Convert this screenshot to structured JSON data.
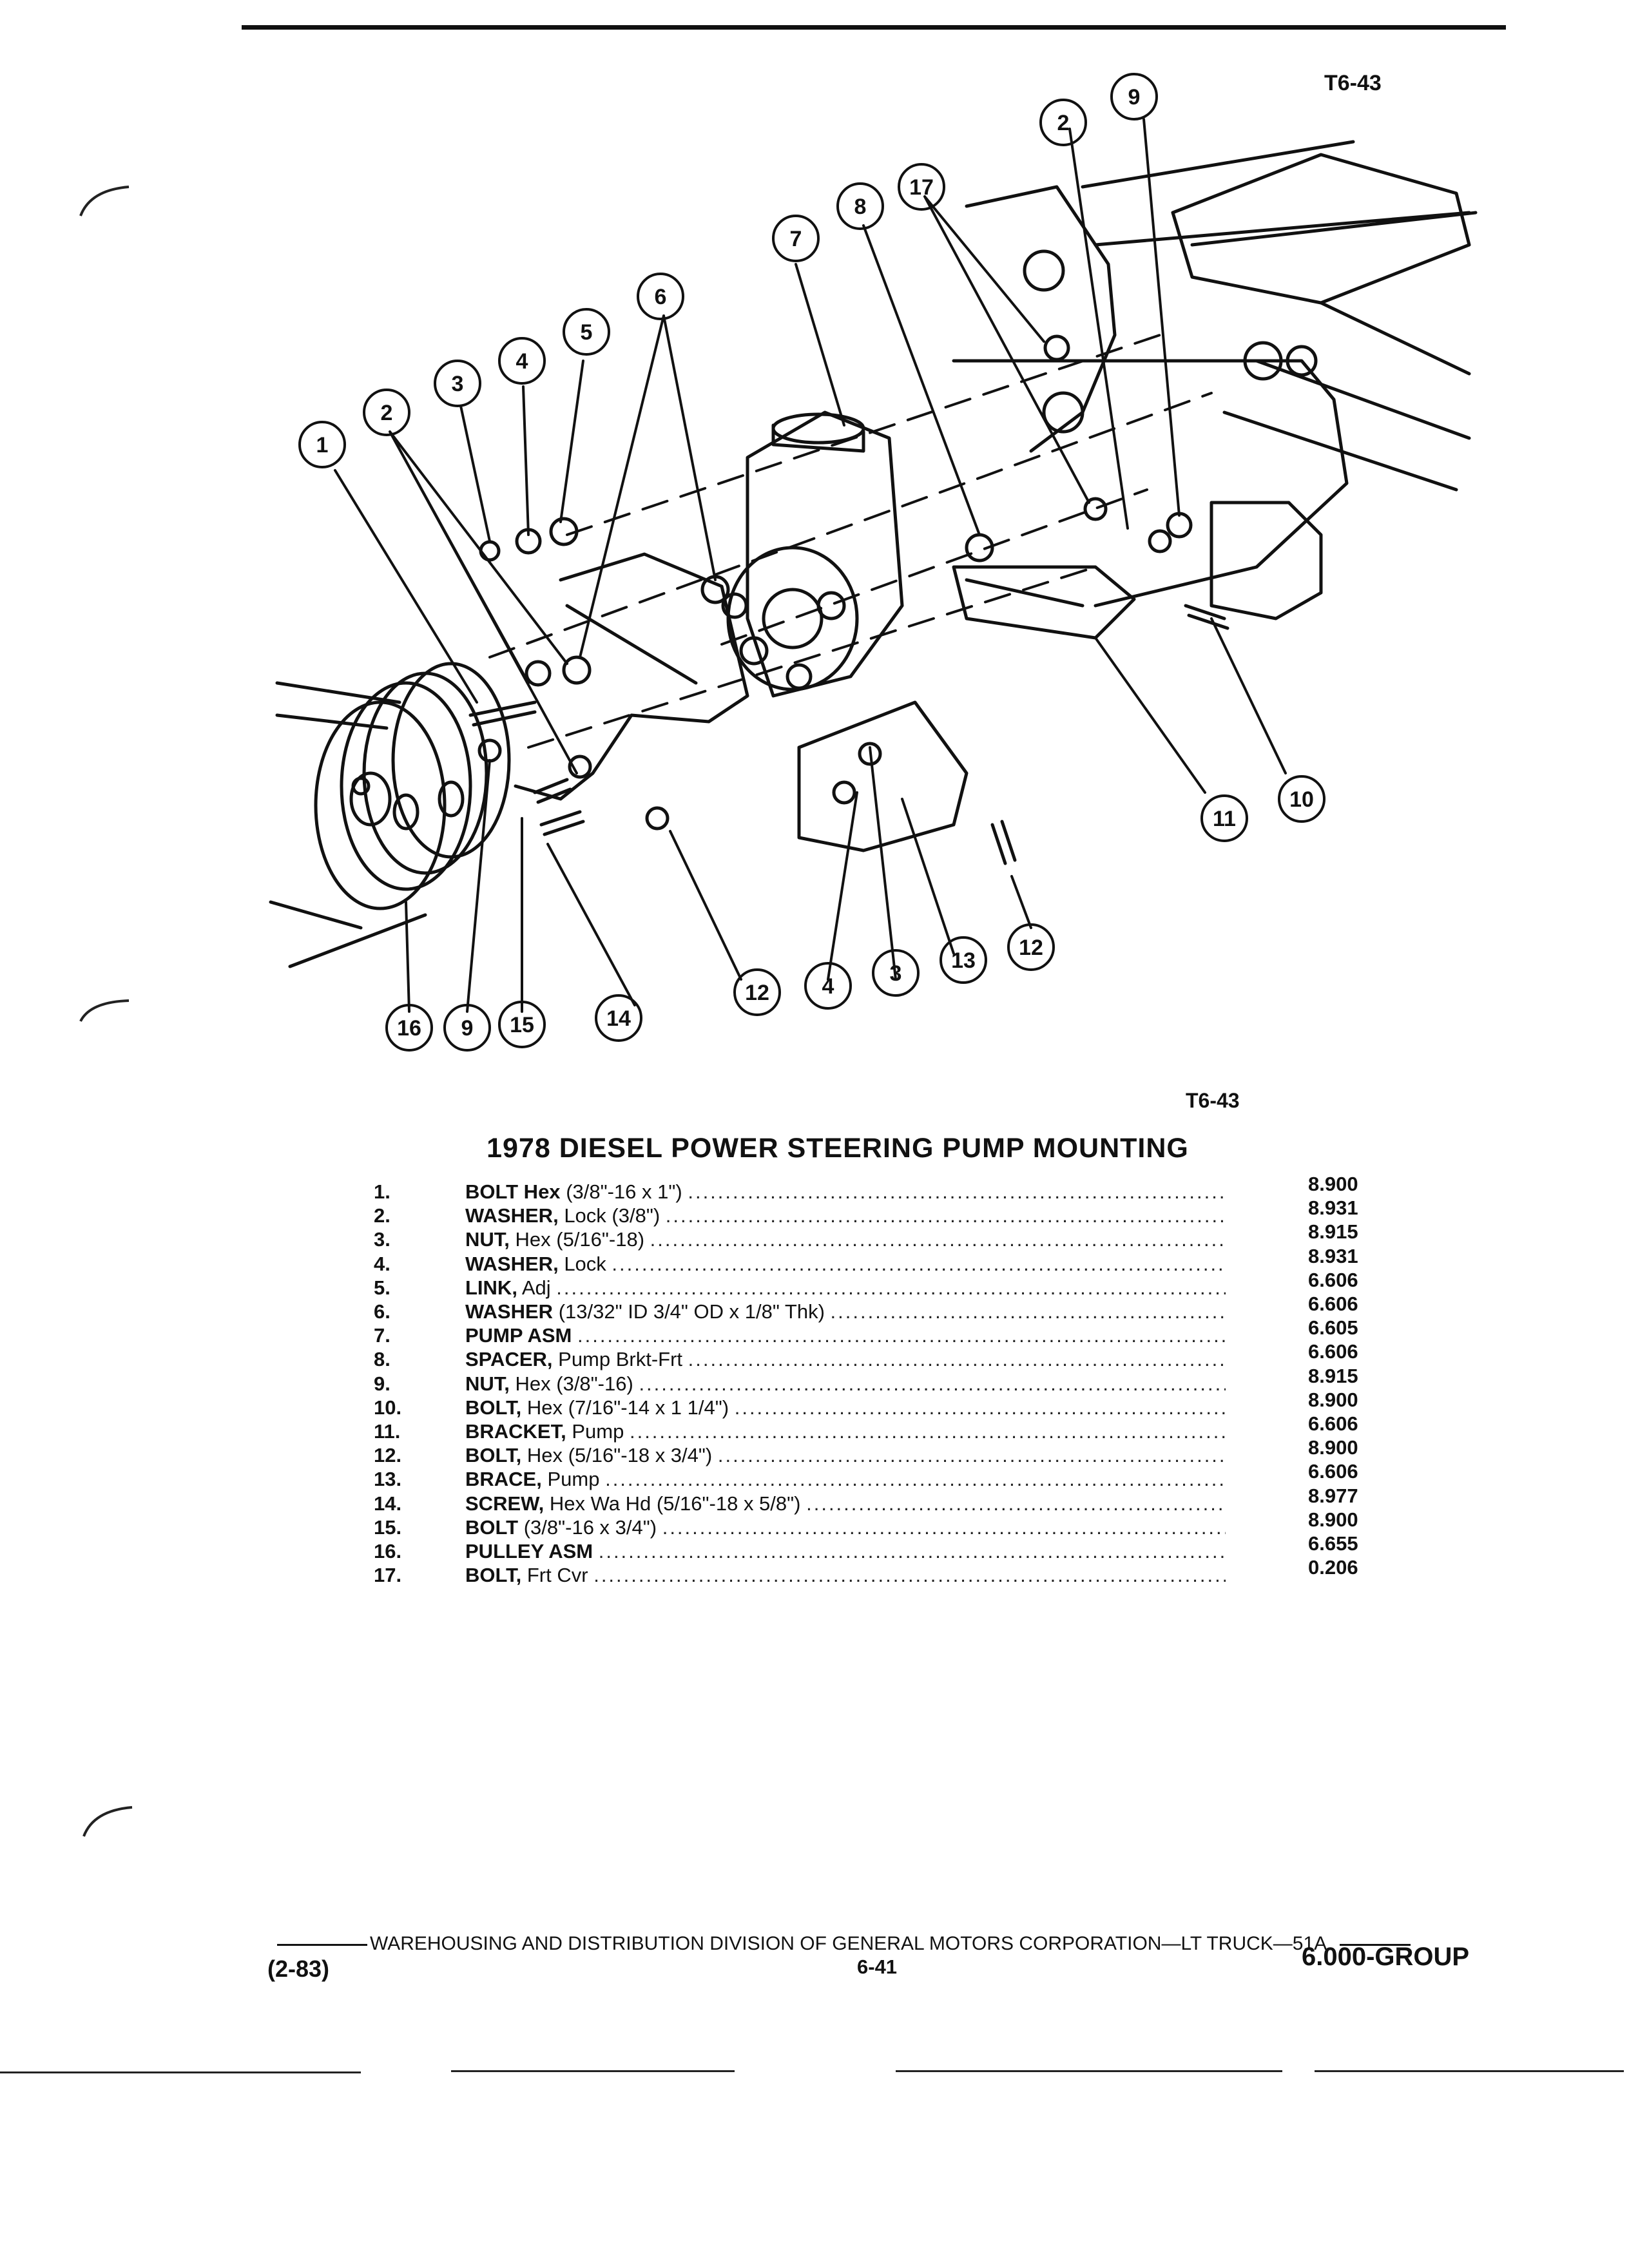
{
  "header": {
    "figure_code_top": "T6-43",
    "figure_code_bottom": "T6-43"
  },
  "callouts": [
    "1",
    "2",
    "3",
    "4",
    "5",
    "6",
    "7",
    "8",
    "9",
    "10",
    "11",
    "12",
    "13",
    "14",
    "15",
    "16",
    "17"
  ],
  "parts_list": {
    "title": "1978 DIESEL POWER STEERING PUMP MOUNTING",
    "items": [
      {
        "num": "1.",
        "name": "BOLT Hex",
        "spec": "(3/8\"-16 x 1\")",
        "group": "8.900"
      },
      {
        "num": "2.",
        "name": "WASHER,",
        "spec": "Lock (3/8\")",
        "group": "8.931"
      },
      {
        "num": "3.",
        "name": "NUT,",
        "spec": "Hex (5/16\"-18)",
        "group": "8.915"
      },
      {
        "num": "4.",
        "name": "WASHER,",
        "spec": "Lock",
        "group": "8.931"
      },
      {
        "num": "5.",
        "name": "LINK,",
        "spec": "Adj",
        "group": "6.606"
      },
      {
        "num": "6.",
        "name": "WASHER",
        "spec": "(13/32\" ID 3/4\" OD x 1/8\" Thk)",
        "group": "6.606"
      },
      {
        "num": "7.",
        "name": "PUMP ASM",
        "spec": "",
        "group": "6.605"
      },
      {
        "num": "8.",
        "name": "SPACER,",
        "spec": "Pump Brkt-Frt",
        "group": "6.606"
      },
      {
        "num": "9.",
        "name": "NUT,",
        "spec": "Hex (3/8\"-16)",
        "group": "8.915"
      },
      {
        "num": "10.",
        "name": "BOLT,",
        "spec": "Hex (7/16\"-14 x 1 1/4\")",
        "group": "8.900"
      },
      {
        "num": "11.",
        "name": "BRACKET,",
        "spec": "Pump",
        "group": "6.606"
      },
      {
        "num": "12.",
        "name": "BOLT,",
        "spec": "Hex (5/16\"-18 x 3/4\")",
        "group": "8.900"
      },
      {
        "num": "13.",
        "name": "BRACE,",
        "spec": "Pump",
        "group": "6.606"
      },
      {
        "num": "14.",
        "name": "SCREW,",
        "spec": "Hex Wa Hd (5/16\"-18 x 5/8\")",
        "group": "8.977"
      },
      {
        "num": "15.",
        "name": "BOLT",
        "spec": "(3/8\"-16 x 3/4\")",
        "group": "8.900"
      },
      {
        "num": "16.",
        "name": "PULLEY ASM",
        "spec": "",
        "group": "6.655"
      },
      {
        "num": "17.",
        "name": "BOLT,",
        "spec": "Frt Cvr",
        "group": "0.206"
      }
    ]
  },
  "footer": {
    "line": "WAREHOUSING AND DISTRIBUTION  DIVISION OF GENERAL MOTORS CORPORATION—LT TRUCK—51A",
    "date": "(2-83)",
    "page": "6-41",
    "group": "6.000-GROUP"
  }
}
